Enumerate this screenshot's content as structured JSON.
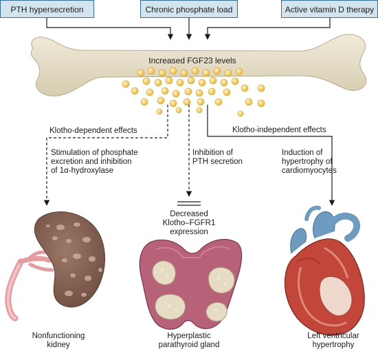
{
  "inputs": {
    "pth": "PTH hypersecretion",
    "phosphate": "Chronic phosphate load",
    "vitd": "Active vitamin D therapy"
  },
  "bone_label": "Increased FGF23 levels",
  "klotho_dependent": "Klotho-dependent effects",
  "klotho_independent": "Klotho-independent effects",
  "effects": {
    "kidney_line1": "Stimulation of phosphate",
    "kidney_line2": "excretion and inhibition",
    "kidney_line3": "of 1α-hydroxylase",
    "pth_line1": "Inhibition of",
    "pth_line2": "PTH secretion",
    "heart_line1": "Induction of",
    "heart_line2": "hypertrophy of",
    "heart_line3": "cardiomyocytes"
  },
  "decreased": {
    "line1": "Decreased",
    "line2": "Klotho–FGFR1",
    "line3": "expression"
  },
  "organs": {
    "kidney_line1": "Nonfunctioning",
    "kidney_line2": "kidney",
    "parathyroid_line1": "Hyperplastic",
    "parathyroid_line2": "parathyroid gland",
    "heart_line1": "Left ventricular",
    "heart_line2": "hypertrophy"
  },
  "colors": {
    "box_fill": "#d3e4ef",
    "box_border": "#2f6f9a",
    "bone": "#e4ddc8",
    "fgf23": "#f3c646",
    "kidney": "#8a6656",
    "parathyroid": "#b8627a",
    "heart": "#c2473a",
    "vessel_blue": "#6e9cc0"
  }
}
